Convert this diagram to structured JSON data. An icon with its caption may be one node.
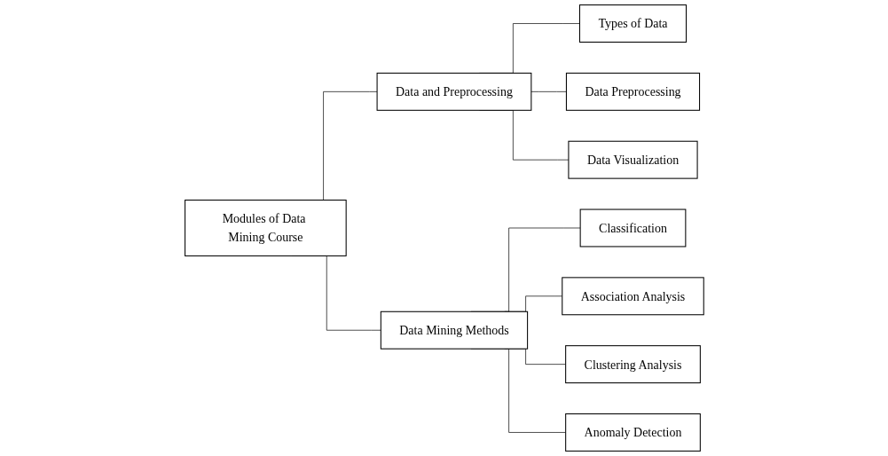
{
  "diagram": {
    "nodes": [
      {
        "text": [
          "Modules of Data Mining Course"
        ]
      },
      {
        "text": [
          "Data and Preprocessing"
        ]
      },
      {
        "text": [
          "Types of Data"
        ]
      },
      {
        "text": [
          "Data Preprocessing"
        ]
      },
      {
        "text": [
          "Data Visualization"
        ]
      },
      {
        "text": [
          "Data Mining Methods"
        ]
      },
      {
        "text": [
          "Classification"
        ]
      },
      {
        "text": [
          "Association Analysis"
        ]
      },
      {
        "text": [
          "Clustering Analysis"
        ]
      },
      {
        "text": [
          "Anomaly Detection"
        ]
      }
    ],
    "edges": [
      {
        "from": 0,
        "to": 1,
        "arrow": "none"
      },
      {
        "from": 0,
        "to": 5,
        "arrow": "none"
      },
      {
        "from": 1,
        "to": 2,
        "arrow": "none"
      },
      {
        "from": 1,
        "to": 3,
        "arrow": "none"
      },
      {
        "from": 1,
        "to": 4,
        "arrow": "none"
      },
      {
        "from": 5,
        "to": 6,
        "arrow": "none"
      },
      {
        "from": 5,
        "to": 7,
        "arrow": "none"
      },
      {
        "from": 5,
        "to": 8,
        "arrow": "none"
      },
      {
        "from": 5,
        "to": 9,
        "arrow": "none"
      }
    ]
  }
}
